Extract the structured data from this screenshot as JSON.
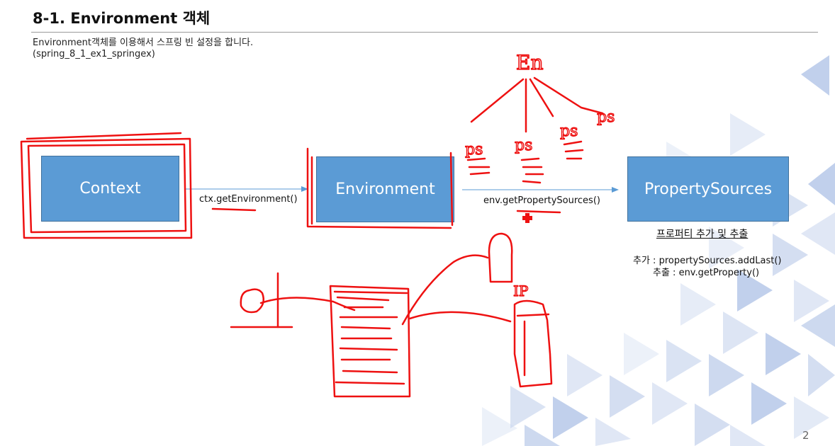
{
  "slide": {
    "title": "8-1. Environment 객체",
    "description_line1": "Environment객체를 이용해서 스프링 빈 설정을 합니다.",
    "description_line2": "(spring_8_1_ex1_springex)",
    "page_number": "2"
  },
  "diagram": {
    "boxes": {
      "context": "Context",
      "environment": "Environment",
      "property_sources": "PropertySources"
    },
    "calls": {
      "get_environment": "ctx.getEnvironment()",
      "get_property_sources": "env.getPropertySources()"
    },
    "notes": {
      "title": "프로퍼티 추가 및 추출",
      "add": "추가 : propertySources.addLast()",
      "get": "추출 : env.getProperty()"
    }
  },
  "annotations": {
    "handwritten": [
      "En",
      "ps",
      "ps",
      "ps",
      "ps",
      "IP"
    ]
  },
  "colors": {
    "box_fill": "#5b9bd5",
    "box_border": "#41719c",
    "arrow": "#5b9bd5",
    "ink": "#ee1111"
  }
}
